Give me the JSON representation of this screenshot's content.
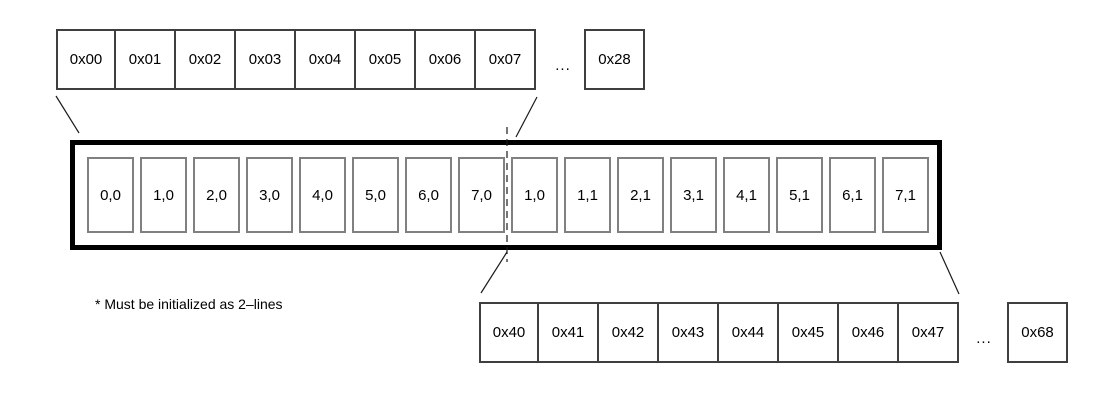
{
  "colors": {
    "background": "#ffffff",
    "text": "#000000",
    "frame_border": "#000000",
    "address_cell_border": "#3f3f3f",
    "buffer_cell_border": "#808080",
    "line": "#1a1a1a"
  },
  "top_row": {
    "cells": [
      "0x00",
      "0x01",
      "0x02",
      "0x03",
      "0x04",
      "0x05",
      "0x06",
      "0x07"
    ],
    "ellipsis": "...",
    "last_cell": "0x28"
  },
  "buffer": {
    "cells": [
      "0,0",
      "1,0",
      "2,0",
      "3,0",
      "4,0",
      "5,0",
      "6,0",
      "7,0",
      "1,0",
      "1,1",
      "2,1",
      "3,1",
      "4,1",
      "5,1",
      "6,1",
      "7,1"
    ]
  },
  "bottom_row": {
    "cells": [
      "0x40",
      "0x41",
      "0x42",
      "0x43",
      "0x44",
      "0x45",
      "0x46",
      "0x47"
    ],
    "ellipsis": "...",
    "last_cell": "0x68"
  },
  "footnote": "* Must be initialized as 2–lines"
}
